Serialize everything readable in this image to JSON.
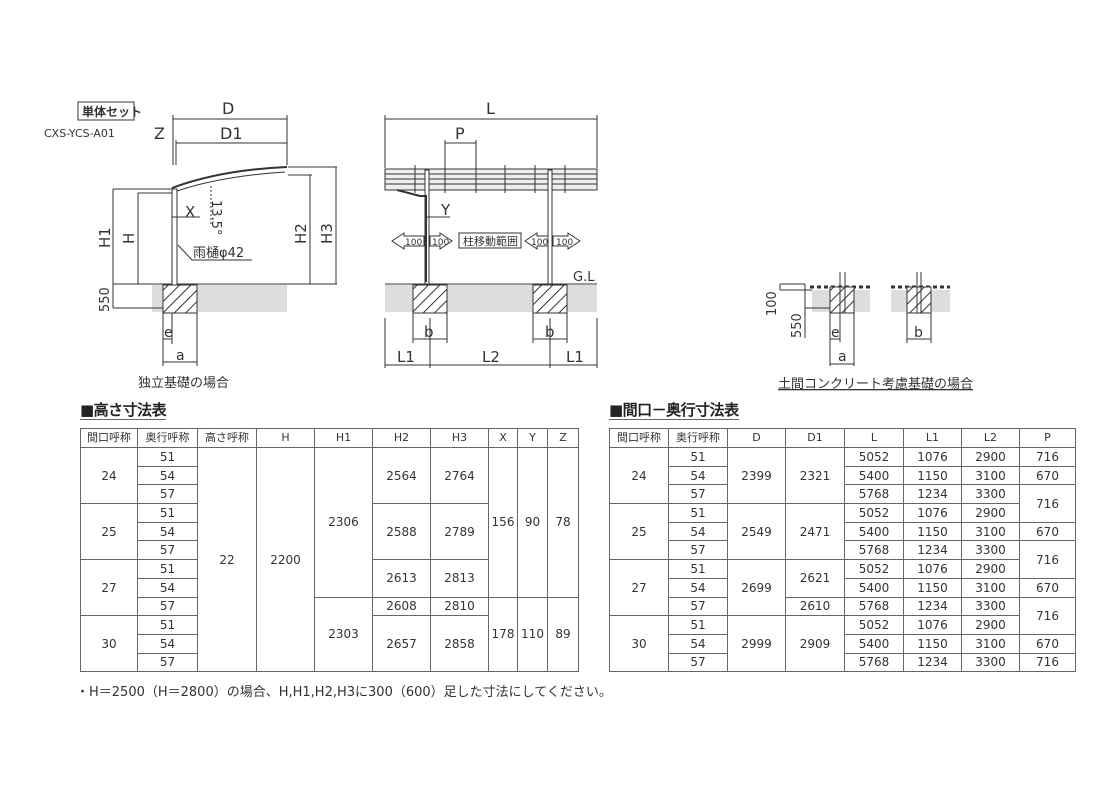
{
  "drawings": {
    "single_set_label": "単体セット",
    "model_code": "CXS-YCS-A01",
    "side": {
      "D": "D",
      "D1": "D1",
      "Z": "Z",
      "X": "X",
      "angle": "13.5°",
      "H1": "H1",
      "H": "H",
      "H2": "H2",
      "H3": "H3",
      "gutter": "雨樋φ42",
      "depth": "550",
      "e": "e",
      "a": "a",
      "caption": "独立基礎の場合"
    },
    "front": {
      "L": "L",
      "P": "P",
      "Y": "Y",
      "gl": "G.L",
      "arrow_100": "100",
      "post_range": "柱移動範囲",
      "b": "b",
      "L1": "L1",
      "L2": "L2"
    },
    "slab": {
      "d100": "100",
      "d550": "550",
      "e": "e",
      "a": "a",
      "b": "b",
      "caption": "土間コンクリート考慮基礎の場合"
    }
  },
  "height_table": {
    "title": "■高さ寸法表",
    "headers": [
      "間口呼称",
      "奥行呼称",
      "高さ呼称",
      "H",
      "H1",
      "H2",
      "H3",
      "X",
      "Y",
      "Z"
    ],
    "columns": [
      [
        {
          "v": "24",
          "s": 3
        },
        {
          "v": "25",
          "s": 3
        },
        {
          "v": "27",
          "s": 3
        },
        {
          "v": "30",
          "s": 3
        }
      ],
      [
        {
          "v": "51",
          "s": 1
        },
        {
          "v": "54",
          "s": 1
        },
        {
          "v": "57",
          "s": 1
        },
        {
          "v": "51",
          "s": 1
        },
        {
          "v": "54",
          "s": 1
        },
        {
          "v": "57",
          "s": 1
        },
        {
          "v": "51",
          "s": 1
        },
        {
          "v": "54",
          "s": 1
        },
        {
          "v": "57",
          "s": 1
        },
        {
          "v": "51",
          "s": 1
        },
        {
          "v": "54",
          "s": 1
        },
        {
          "v": "57",
          "s": 1
        }
      ],
      [
        {
          "v": "22",
          "s": 12
        }
      ],
      [
        {
          "v": "2200",
          "s": 12
        }
      ],
      [
        {
          "v": "2306",
          "s": 8
        },
        {
          "v": "2303",
          "s": 4
        }
      ],
      [
        {
          "v": "2564",
          "s": 3
        },
        {
          "v": "2588",
          "s": 3
        },
        {
          "v": "2613",
          "s": 2
        },
        {
          "v": "2608",
          "s": 1
        },
        {
          "v": "2657",
          "s": 3
        }
      ],
      [
        {
          "v": "2764",
          "s": 3
        },
        {
          "v": "2789",
          "s": 3
        },
        {
          "v": "2813",
          "s": 2
        },
        {
          "v": "2810",
          "s": 1
        },
        {
          "v": "2858",
          "s": 3
        }
      ],
      [
        {
          "v": "156",
          "s": 8
        },
        {
          "v": "178",
          "s": 4
        }
      ],
      [
        {
          "v": "90",
          "s": 8
        },
        {
          "v": "110",
          "s": 4
        }
      ],
      [
        {
          "v": "78",
          "s": 8
        },
        {
          "v": "89",
          "s": 4
        }
      ]
    ]
  },
  "width_table": {
    "title": "■間口－奥行寸法表",
    "headers": [
      "間口呼称",
      "奥行呼称",
      "D",
      "D1",
      "L",
      "L1",
      "L2",
      "P"
    ],
    "columns": [
      [
        {
          "v": "24",
          "s": 3
        },
        {
          "v": "25",
          "s": 3
        },
        {
          "v": "27",
          "s": 3
        },
        {
          "v": "30",
          "s": 3
        }
      ],
      [
        {
          "v": "51",
          "s": 1
        },
        {
          "v": "54",
          "s": 1
        },
        {
          "v": "57",
          "s": 1
        },
        {
          "v": "51",
          "s": 1
        },
        {
          "v": "54",
          "s": 1
        },
        {
          "v": "57",
          "s": 1
        },
        {
          "v": "51",
          "s": 1
        },
        {
          "v": "54",
          "s": 1
        },
        {
          "v": "57",
          "s": 1
        },
        {
          "v": "51",
          "s": 1
        },
        {
          "v": "54",
          "s": 1
        },
        {
          "v": "57",
          "s": 1
        }
      ],
      [
        {
          "v": "2399",
          "s": 3
        },
        {
          "v": "2549",
          "s": 3
        },
        {
          "v": "2699",
          "s": 3
        },
        {
          "v": "2999",
          "s": 3
        }
      ],
      [
        {
          "v": "2321",
          "s": 3
        },
        {
          "v": "2471",
          "s": 3
        },
        {
          "v": "2621",
          "s": 2
        },
        {
          "v": "2610",
          "s": 1
        },
        {
          "v": "2909",
          "s": 3
        }
      ],
      [
        {
          "v": "5052",
          "s": 1
        },
        {
          "v": "5400",
          "s": 1
        },
        {
          "v": "5768",
          "s": 1
        },
        {
          "v": "5052",
          "s": 1
        },
        {
          "v": "5400",
          "s": 1
        },
        {
          "v": "5768",
          "s": 1
        },
        {
          "v": "5052",
          "s": 1
        },
        {
          "v": "5400",
          "s": 1
        },
        {
          "v": "5768",
          "s": 1
        },
        {
          "v": "5052",
          "s": 1
        },
        {
          "v": "5400",
          "s": 1
        },
        {
          "v": "5768",
          "s": 1
        }
      ],
      [
        {
          "v": "1076",
          "s": 1
        },
        {
          "v": "1150",
          "s": 1
        },
        {
          "v": "1234",
          "s": 1
        },
        {
          "v": "1076",
          "s": 1
        },
        {
          "v": "1150",
          "s": 1
        },
        {
          "v": "1234",
          "s": 1
        },
        {
          "v": "1076",
          "s": 1
        },
        {
          "v": "1150",
          "s": 1
        },
        {
          "v": "1234",
          "s": 1
        },
        {
          "v": "1076",
          "s": 1
        },
        {
          "v": "1150",
          "s": 1
        },
        {
          "v": "1234",
          "s": 1
        }
      ],
      [
        {
          "v": "2900",
          "s": 1
        },
        {
          "v": "3100",
          "s": 1
        },
        {
          "v": "3300",
          "s": 1
        },
        {
          "v": "2900",
          "s": 1
        },
        {
          "v": "3100",
          "s": 1
        },
        {
          "v": "3300",
          "s": 1
        },
        {
          "v": "2900",
          "s": 1
        },
        {
          "v": "3100",
          "s": 1
        },
        {
          "v": "3300",
          "s": 1
        },
        {
          "v": "2900",
          "s": 1
        },
        {
          "v": "3100",
          "s": 1
        },
        {
          "v": "3300",
          "s": 1
        }
      ],
      [
        {
          "v": "716",
          "s": 1
        },
        {
          "v": "670",
          "s": 1
        },
        {
          "v": "716",
          "s": 2
        },
        {
          "v": "670",
          "s": 1
        },
        {
          "v": "716",
          "s": 2
        },
        {
          "v": "670",
          "s": 1
        },
        {
          "v": "716",
          "s": 2
        },
        {
          "v": "670",
          "s": 1
        },
        {
          "v": "716",
          "s": 1
        }
      ]
    ]
  },
  "note": "・H＝2500（H＝2800）の場合、H,H1,H2,H3に300（600）足した寸法にしてください。"
}
